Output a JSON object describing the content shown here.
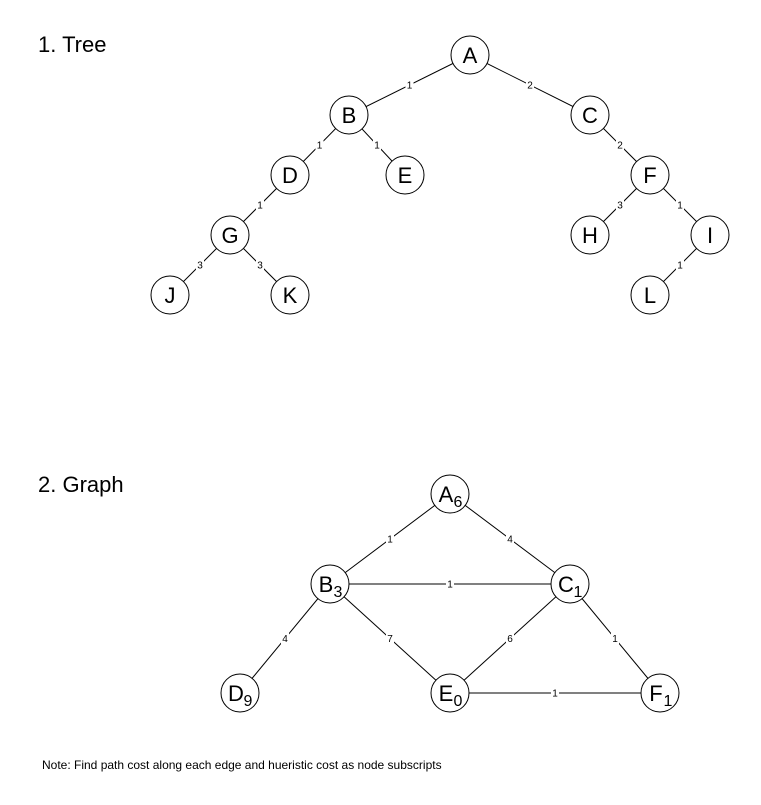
{
  "tree": {
    "title": "1. Tree",
    "nodes": [
      {
        "id": "A",
        "label": "A"
      },
      {
        "id": "B",
        "label": "B"
      },
      {
        "id": "C",
        "label": "C"
      },
      {
        "id": "D",
        "label": "D"
      },
      {
        "id": "E",
        "label": "E"
      },
      {
        "id": "F",
        "label": "F"
      },
      {
        "id": "G",
        "label": "G"
      },
      {
        "id": "H",
        "label": "H"
      },
      {
        "id": "I",
        "label": "I"
      },
      {
        "id": "J",
        "label": "J"
      },
      {
        "id": "K",
        "label": "K"
      },
      {
        "id": "L",
        "label": "L"
      }
    ],
    "edges": [
      {
        "from": "A",
        "to": "B",
        "cost": "1"
      },
      {
        "from": "A",
        "to": "C",
        "cost": "2"
      },
      {
        "from": "B",
        "to": "D",
        "cost": "1"
      },
      {
        "from": "B",
        "to": "E",
        "cost": "1"
      },
      {
        "from": "C",
        "to": "F",
        "cost": "2"
      },
      {
        "from": "D",
        "to": "G",
        "cost": "1"
      },
      {
        "from": "G",
        "to": "J",
        "cost": "3"
      },
      {
        "from": "G",
        "to": "K",
        "cost": "3"
      },
      {
        "from": "F",
        "to": "H",
        "cost": "3"
      },
      {
        "from": "F",
        "to": "I",
        "cost": "1"
      },
      {
        "from": "I",
        "to": "L",
        "cost": "1"
      }
    ]
  },
  "graph": {
    "title": "2. Graph",
    "nodes": [
      {
        "id": "A",
        "label": "A",
        "heuristic": "6"
      },
      {
        "id": "B",
        "label": "B",
        "heuristic": "3"
      },
      {
        "id": "C",
        "label": "C",
        "heuristic": "1"
      },
      {
        "id": "D",
        "label": "D",
        "heuristic": "9"
      },
      {
        "id": "E",
        "label": "E",
        "heuristic": "0"
      },
      {
        "id": "F",
        "label": "F",
        "heuristic": "1"
      }
    ],
    "edges": [
      {
        "from": "A",
        "to": "B",
        "cost": "1"
      },
      {
        "from": "A",
        "to": "C",
        "cost": "4"
      },
      {
        "from": "B",
        "to": "C",
        "cost": "1"
      },
      {
        "from": "B",
        "to": "D",
        "cost": "4"
      },
      {
        "from": "B",
        "to": "E",
        "cost": "7"
      },
      {
        "from": "C",
        "to": "E",
        "cost": "6"
      },
      {
        "from": "C",
        "to": "F",
        "cost": "1"
      },
      {
        "from": "E",
        "to": "F",
        "cost": "1"
      }
    ]
  },
  "note": "Note: Find path cost along each edge and hueristic cost as node subscripts"
}
